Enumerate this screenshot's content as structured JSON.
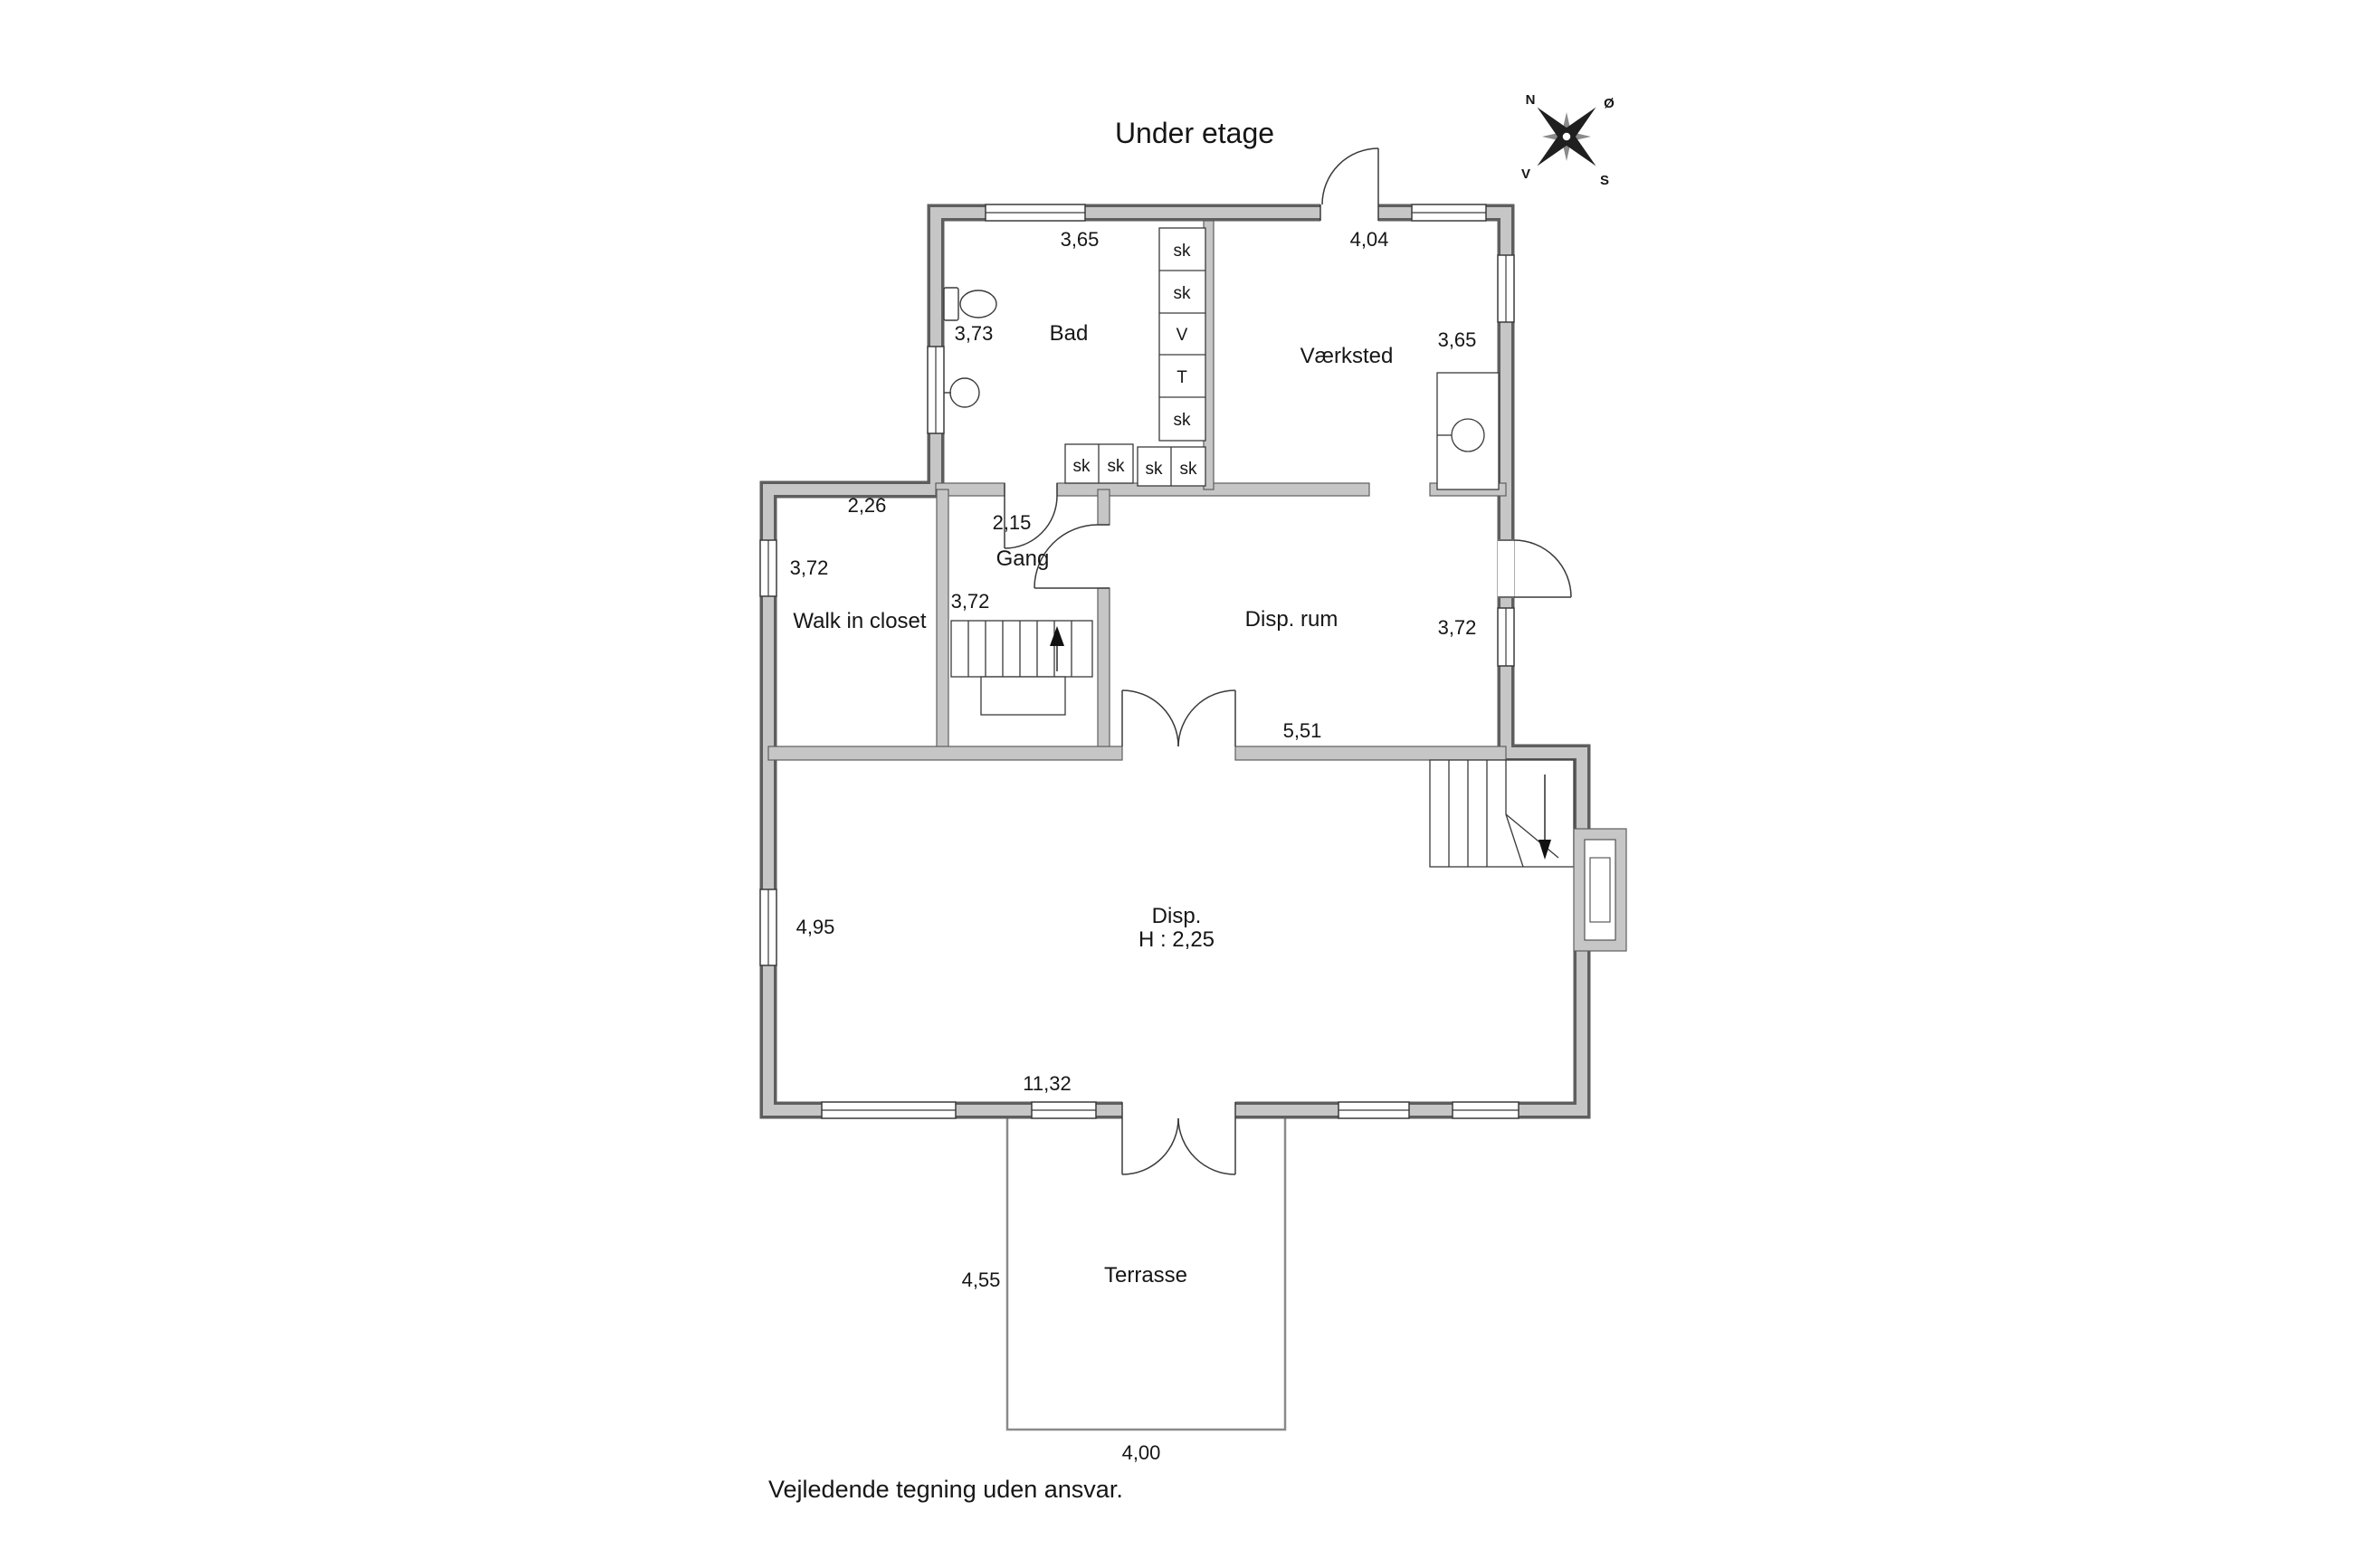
{
  "title": "Under etage",
  "disclaimer": "Vejledende tegning uden ansvar.",
  "compass": {
    "north": "N",
    "east": "Ø",
    "south": "S",
    "west": "V"
  },
  "rooms": {
    "bad": {
      "name": "Bad",
      "dim_top": "3,65",
      "dim_left": "3,73"
    },
    "vaerksted": {
      "name": "Værksted",
      "dim_top": "4,04",
      "dim_right": "3,65"
    },
    "walk_in_closet": {
      "name": "Walk in closet",
      "dim_top": "2,26",
      "dim_left": "3,72"
    },
    "gang": {
      "name": "Gang",
      "dim_top": "2,15",
      "dim_inner": "3,72"
    },
    "disp_rum": {
      "name": "Disp. rum",
      "dim_right": "3,72",
      "dim_bottom": "5,51"
    },
    "disp": {
      "name": "Disp.",
      "height_note": "H : 2,25",
      "dim_left": "4,95",
      "dim_bottom": "11,32"
    },
    "terrasse": {
      "name": "Terrasse",
      "dim_left": "4,55",
      "dim_bottom": "4,00"
    }
  },
  "closets": {
    "c1": "sk",
    "c2": "sk",
    "c3": "V",
    "c4": "T",
    "c5": "sk",
    "c6": "sk",
    "c7": "sk",
    "c8": "sk",
    "c9": "sk"
  },
  "colors": {
    "wall_fill": "#c6c6c6",
    "wall_edge": "#5e5e5e",
    "line": "#3a3a3a"
  }
}
